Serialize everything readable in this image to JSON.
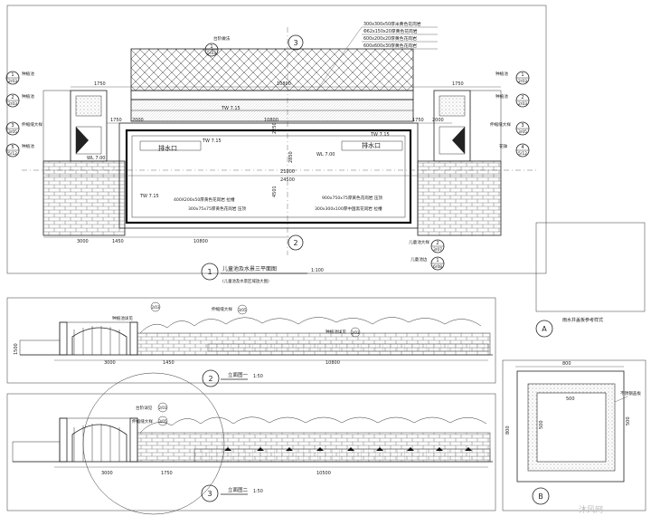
{
  "plan": {
    "title": "儿童池及水景三平面图",
    "scale": "1:100",
    "subnote": "(儿童池及水景区域放大图)",
    "circle_number": "1",
    "section_markers": [
      "3",
      "2"
    ],
    "drain_label": "排水口",
    "water_tags": [
      "TW 7.15",
      "TW 7.15",
      "TW 7.15",
      "TW 7.15"
    ],
    "wl_tags": [
      "WL 7.00",
      "WL 7.00"
    ],
    "top_dims": [
      "1750",
      "10800",
      "1750"
    ],
    "mid_dims": [
      "1750",
      "2000",
      "10800",
      "1750",
      "2000"
    ],
    "overall_dims": [
      "21000",
      "24500"
    ],
    "bottom_dims": [
      "3000",
      "1450",
      "10800"
    ],
    "side_vdims": [
      "2250",
      "2850",
      "4501"
    ],
    "leader_notes": [
      "300x300x50厚米黄色花岗岩",
      "Φ62x150x20厚黄色花岗岩",
      "600x200x20厚黄色花岗岩",
      "600x600x30厚黄色花岗岩"
    ],
    "inner_notes_left": [
      "400X200x50厚黄色花岗岩 拉槽",
      "300x75x75厚黄色花岗岩 压顶"
    ],
    "inner_notes_right": [
      "900x750x75厚黄色花岗岩 压顶",
      "300x300x100厚中国黑花岗岩 拉槽"
    ],
    "left_callouts": [
      {
        "num": "1",
        "ref": "2/03",
        "text": "种植池"
      },
      {
        "num": "2",
        "ref": "2/03",
        "text": "种植池"
      },
      {
        "num": "3",
        "ref": "3/05",
        "text": "伸缩缝大样"
      },
      {
        "num": "5",
        "ref": "5/12",
        "text": "种植池"
      }
    ],
    "right_callouts": [
      {
        "num": "1",
        "ref": "2/03",
        "text": "种植池"
      },
      {
        "num": "2",
        "ref": "2/03",
        "text": "种植池"
      },
      {
        "num": "3",
        "ref": "3/05",
        "text": "伸缩缝大样"
      },
      {
        "num": "4",
        "ref": "5/12",
        "text": "花钵"
      }
    ],
    "top_callout": {
      "num": "1",
      "ref": "5/03",
      "text": "台阶做法"
    },
    "bottom_callouts": [
      {
        "num": "2",
        "ref": "3/07",
        "text": "儿童池大样"
      },
      {
        "num": "1",
        "ref": "6/08",
        "text": "儿童池边"
      }
    ]
  },
  "elev1": {
    "label": "立面图一",
    "scale": "1:50",
    "circle_number": "2",
    "dims": [
      "3000",
      "1450",
      "10800"
    ],
    "vdim": "1500",
    "notes": [
      "种植池详见",
      "伸缩缝大样",
      "种植池详见"
    ],
    "refs": [
      "2/03",
      "3/05",
      "2/03"
    ]
  },
  "elev2": {
    "label": "立面图二",
    "scale": "1:50",
    "circle_number": "3",
    "dims": [
      "3000",
      "1750",
      "10500"
    ],
    "notes": [
      "台阶详见",
      "伸缩缝大样"
    ],
    "refs": [
      "2/03",
      "3/05"
    ]
  },
  "detailA": {
    "letter": "A",
    "text": "雨水井盖板参考样式"
  },
  "detailB": {
    "letter": "B",
    "width_dim": "800",
    "height_dim": "800",
    "inner_dim": "500",
    "inner_dim2": "500",
    "side_dim": "500",
    "note": "不锈钢盖板"
  },
  "watermark": "沐风网"
}
